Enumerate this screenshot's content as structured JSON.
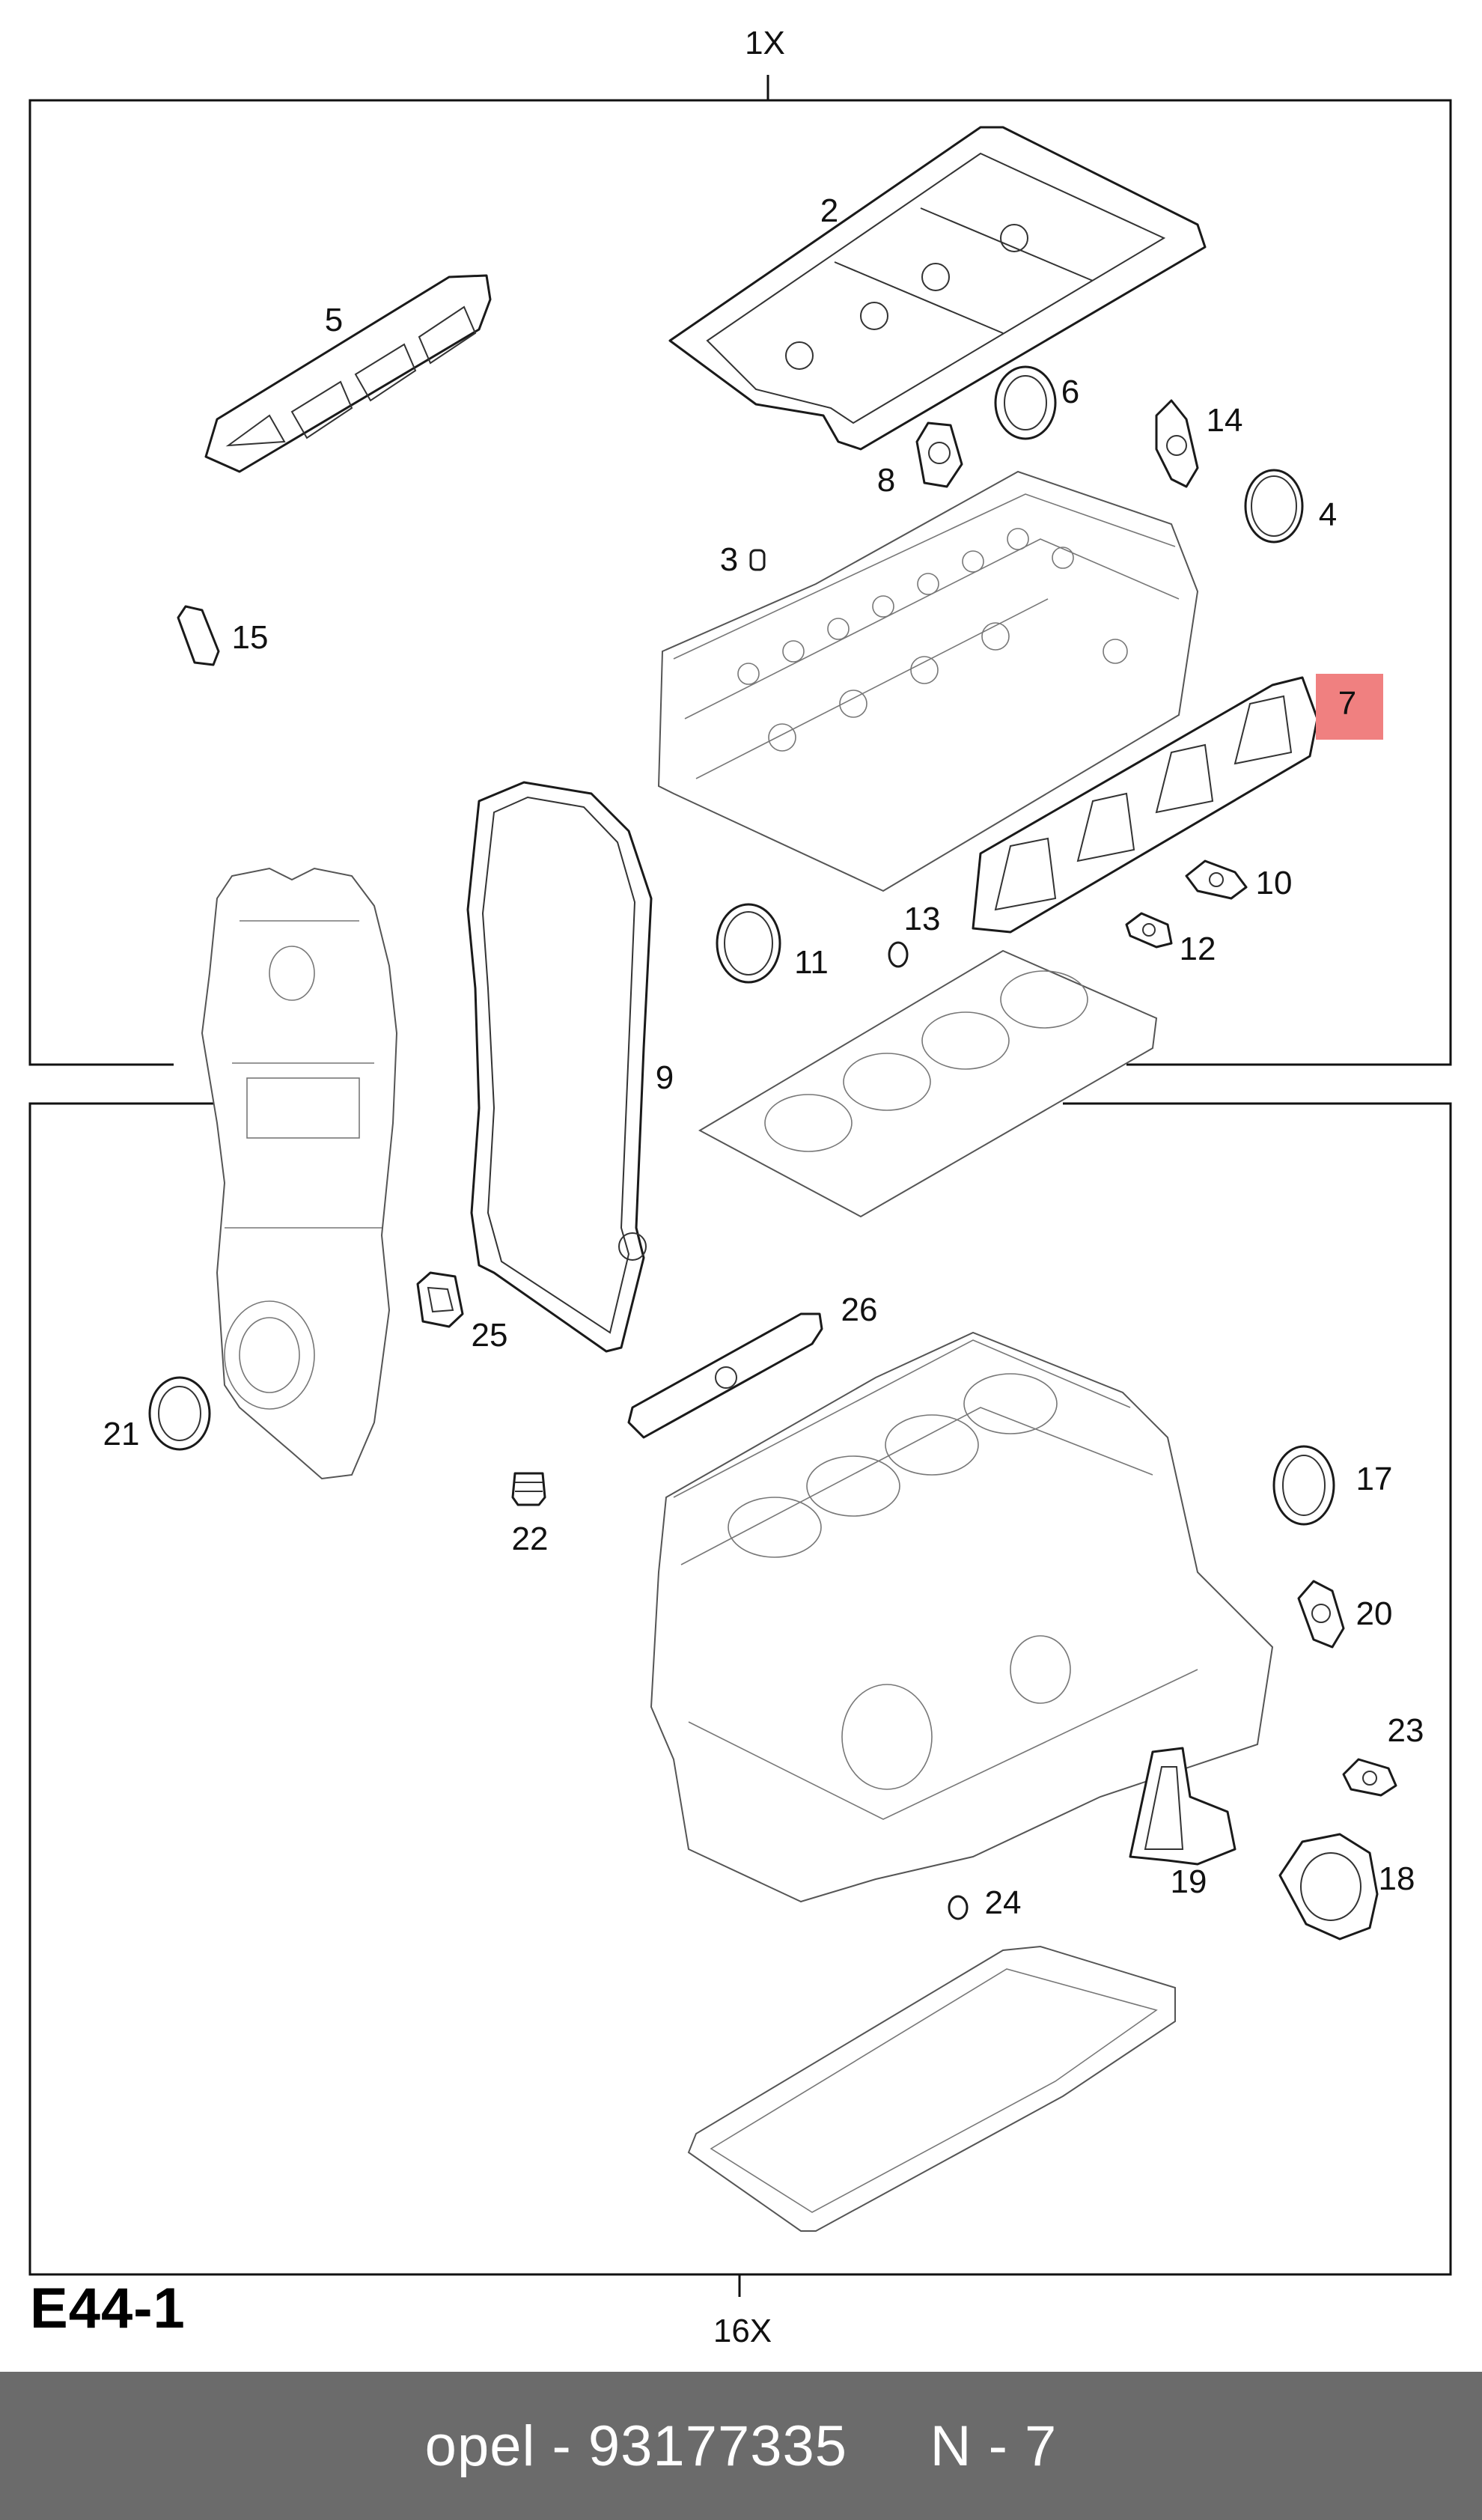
{
  "diagram": {
    "section_code": "E44-1",
    "kit_upper_qty": "1X",
    "kit_lower_qty": "16X",
    "highlight_color": "#f08080",
    "highlighted_part": "7",
    "callouts": [
      {
        "id": "1",
        "label": "2"
      },
      {
        "id": "2",
        "label": "5"
      },
      {
        "id": "3",
        "label": "6"
      },
      {
        "id": "4",
        "label": "14"
      },
      {
        "id": "5",
        "label": "8"
      },
      {
        "id": "6",
        "label": "4"
      },
      {
        "id": "7",
        "label": "3"
      },
      {
        "id": "8",
        "label": "15"
      },
      {
        "id": "9",
        "label": "7"
      },
      {
        "id": "10",
        "label": "10"
      },
      {
        "id": "11",
        "label": "13"
      },
      {
        "id": "12",
        "label": "11"
      },
      {
        "id": "13",
        "label": "12"
      },
      {
        "id": "14",
        "label": "9"
      },
      {
        "id": "15",
        "label": "25"
      },
      {
        "id": "16",
        "label": "26"
      },
      {
        "id": "17",
        "label": "21"
      },
      {
        "id": "18",
        "label": "17"
      },
      {
        "id": "19",
        "label": "22"
      },
      {
        "id": "20",
        "label": "20"
      },
      {
        "id": "21",
        "label": "23"
      },
      {
        "id": "22",
        "label": "19"
      },
      {
        "id": "23",
        "label": "18"
      },
      {
        "id": "24",
        "label": "24"
      }
    ]
  },
  "footer": {
    "text": "opel - 93177335     N - 7"
  }
}
